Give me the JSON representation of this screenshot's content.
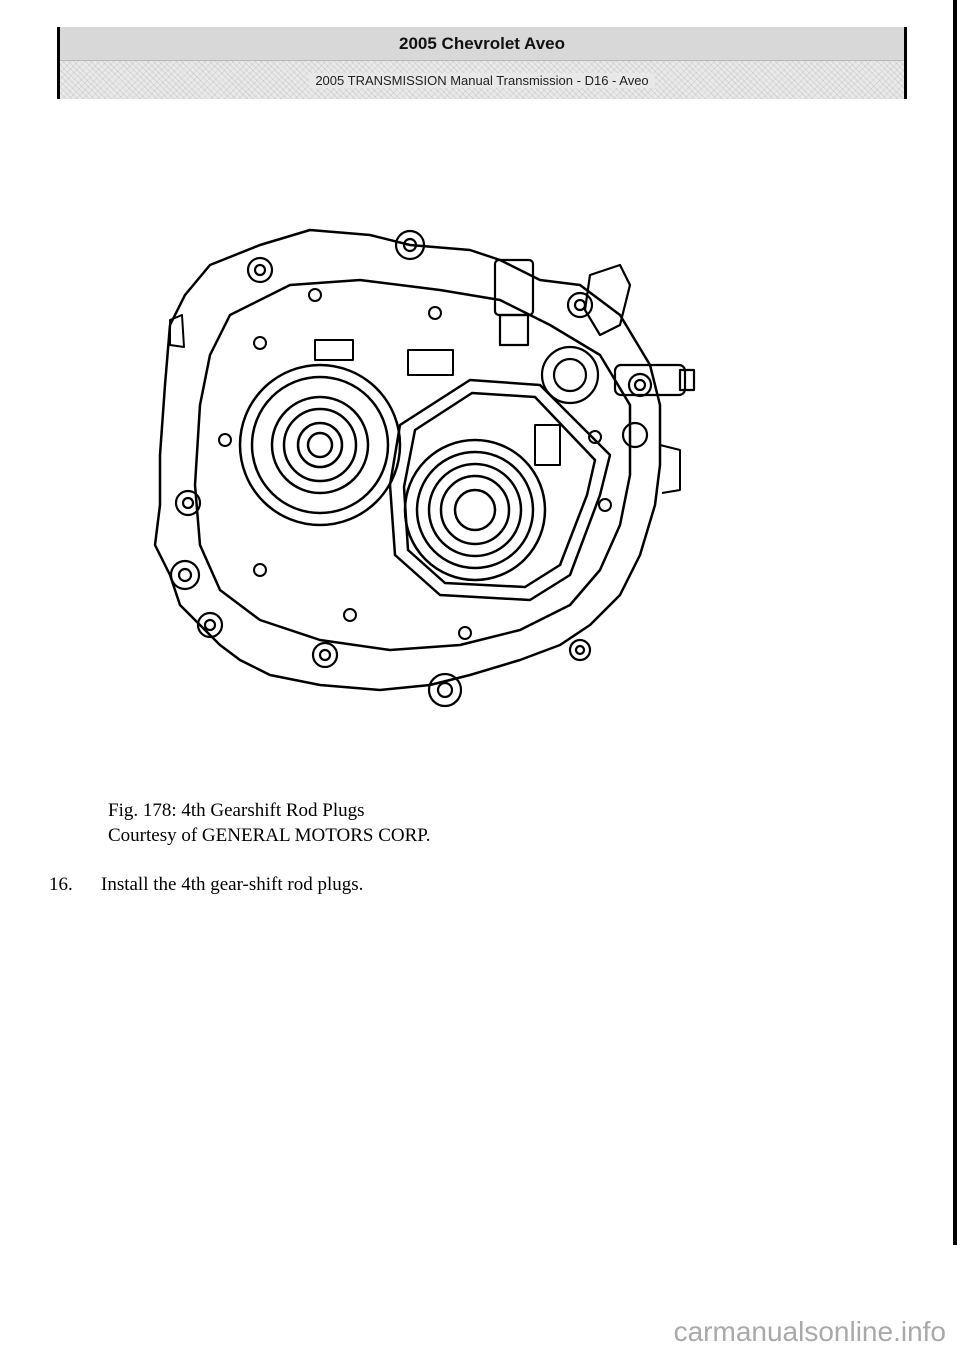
{
  "header": {
    "title": "2005 Chevrolet Aveo",
    "subtitle": "2005 TRANSMISSION Manual Transmission - D16 - Aveo"
  },
  "figure": {
    "caption_line1": "Fig. 178: 4th Gearshift Rod Plugs",
    "caption_line2": "Courtesy of GENERAL MOTORS CORP."
  },
  "step": {
    "number": "16.",
    "text": "Install the 4th gear-shift rod plugs."
  },
  "watermark": "carmanualsonline.info"
}
